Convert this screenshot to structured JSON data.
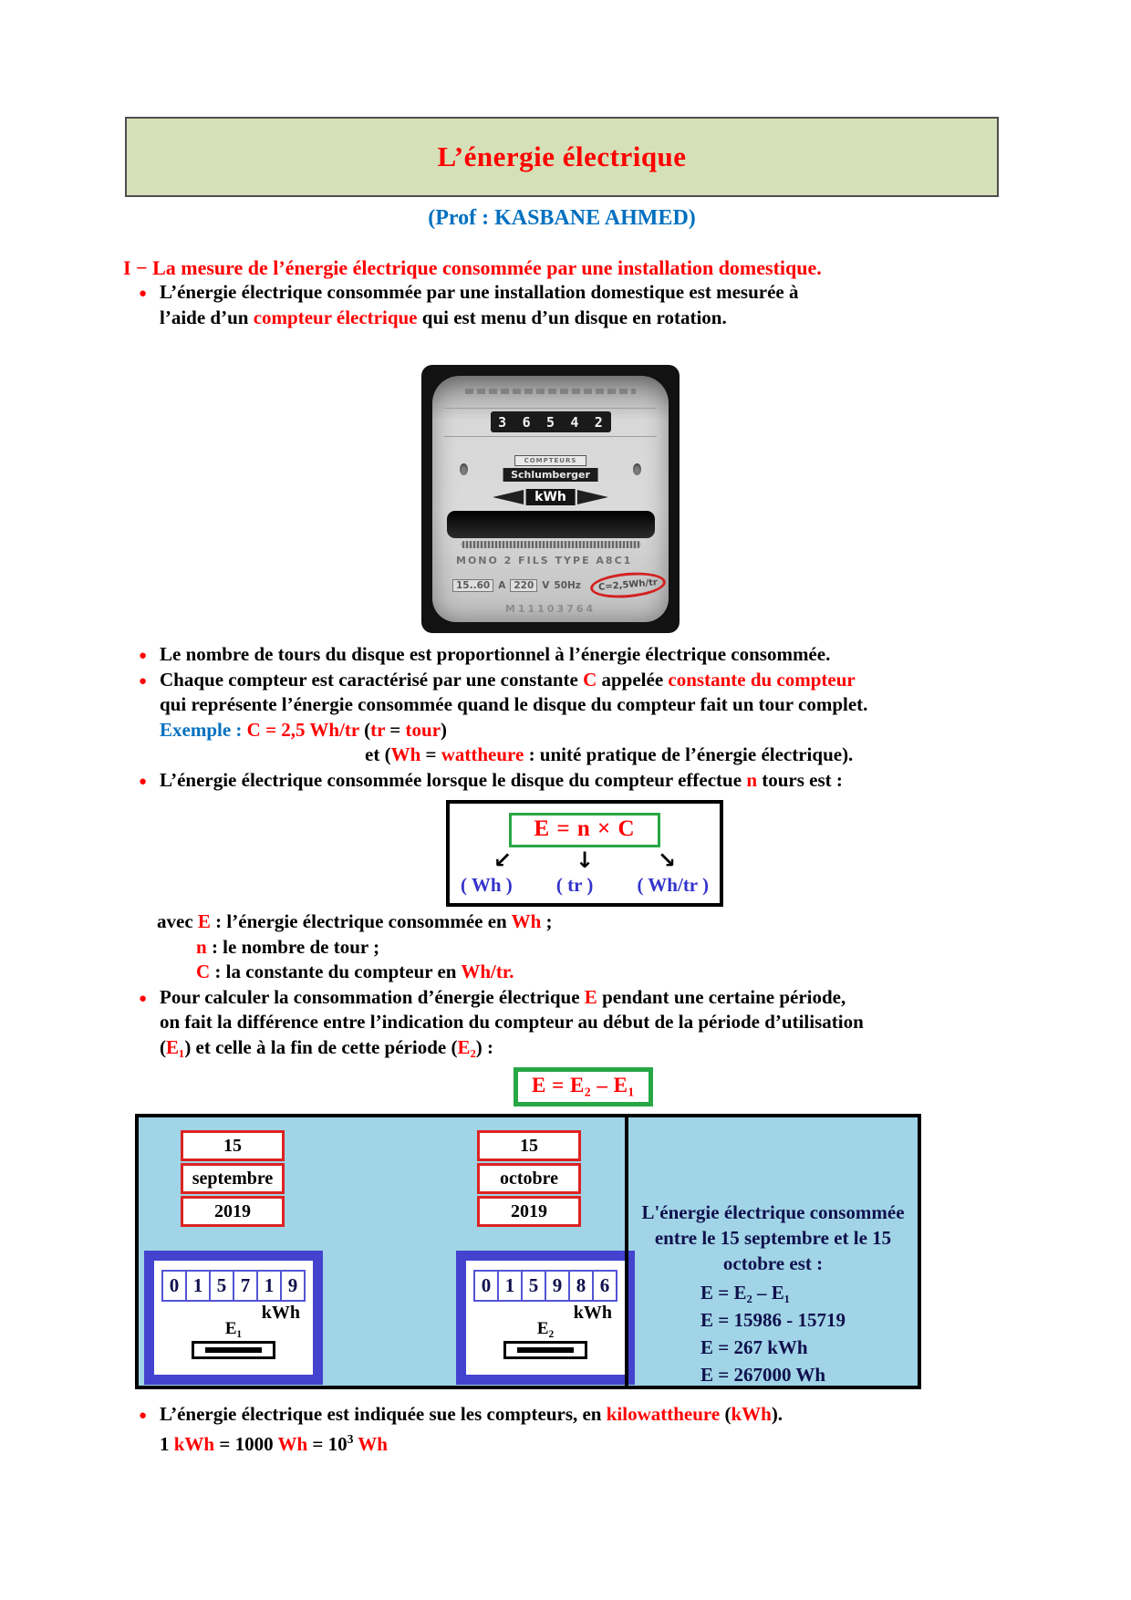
{
  "header": {
    "title": "L’énergie électrique",
    "prof": "(Prof : KASBANE AHMED)"
  },
  "section": {
    "heading": "I − La mesure de l’énergie électrique consommée par une installation domestique."
  },
  "bullets": {
    "b1": {
      "l1": "L’énergie électrique consommée par une installation domestique est mesurée à",
      "l2a": "l’aide d’un ",
      "l2b": "compteur électrique",
      "l2c": " qui est menu d’un disque en rotation."
    },
    "b2": "Le nombre de tours du disque est proportionnel à l’énergie électrique consommée.",
    "b3": {
      "l1a": "Chaque compteur est caractérisé par une constante ",
      "l1b": "C",
      "l1c": " appelée ",
      "l1d": "constante du compteur",
      "l2": "qui représente l’énergie consommée quand le disque du compteur fait un tour complet."
    },
    "exemple": {
      "label": "Exemple :",
      "formula": " C = 2,5 Wh/tr",
      "p1": "  (",
      "tr": "tr",
      "eq": " = ",
      "tour": "tour",
      "p2": ")"
    },
    "et_line": {
      "a": "et (",
      "wh": "Wh",
      "eq": " = ",
      "wattheure": "wattheure",
      "rest": " : unité pratique de l’énergie électrique)."
    },
    "b4": {
      "a": "L’énergie électrique consommée lorsque le disque du compteur effectue ",
      "n": "n",
      "c": " tours est :"
    },
    "b5": {
      "l1a": "Pour calculer la consommation d’énergie électrique ",
      "l1b": "E",
      "l1c": " pendant une certaine période,",
      "l2": "on fait la différence entre l’indication du compteur au début de la période d’utilisation",
      "l3a": "(",
      "l3b": "E₁",
      "l3c": ") et celle à la fin de cette période (",
      "l3d": "E₂",
      "l3e": ") :"
    },
    "b6": {
      "l1a": "L’énergie électrique est indiquée sue les compteurs, en ",
      "l1b": "kilowattheure",
      "l1c": " (",
      "l1d": "kWh",
      "l1e": ").",
      "l2a": "1 ",
      "l2b": "kWh",
      "l2c": " = 1000 ",
      "l2d": "Wh",
      "l2e": " = 10",
      "l2f": "3",
      "l2g": " Wh"
    }
  },
  "avec": {
    "l1a": "avec ",
    "l1b": "E",
    "l1c": " : l’énergie électrique consommée en ",
    "l1d": "Wh",
    "l1e": " ;",
    "l2a": "n",
    "l2b": " : le nombre de tour ;",
    "l3a": "C",
    "l3b": " : la constante du compteur en ",
    "l3c": "Wh/tr."
  },
  "formula1": {
    "equation": "E = n × C",
    "labels": [
      "( Wh )",
      "( tr )",
      "( Wh/tr )"
    ],
    "arrows": [
      "↙",
      "↓",
      "↘"
    ]
  },
  "formula2": "E = E₂ – E₁",
  "meter": {
    "digits": [
      "3",
      "6",
      "5",
      "4",
      "2"
    ],
    "label_compteurs": "COMPTEURS",
    "brand": "Schlumberger",
    "unit": "kWh",
    "type_line": "MONO 2 FILS TYPE A8C1",
    "rating_amp": "15..60",
    "rating_amp_unit": "A",
    "rating_volt": "220",
    "rating_volt_unit": "V",
    "rating_freq": "50Hz",
    "constant": "C=2,5Wh/tr",
    "serial": "M11103764"
  },
  "comparison": {
    "date1": {
      "day": "15",
      "month": "septembre",
      "year": "2019"
    },
    "date2": {
      "day": "15",
      "month": "octobre",
      "year": "2019"
    },
    "counter1": {
      "digits": [
        "0",
        "1",
        "5",
        "7",
        "1",
        "9"
      ],
      "unit": "kWh",
      "label": "E₁"
    },
    "counter2": {
      "digits": [
        "0",
        "1",
        "5",
        "9",
        "8",
        "6"
      ],
      "unit": "kWh",
      "label": "E₂"
    },
    "result": {
      "t1": "L'énergie électrique consommée",
      "t2": "entre le 15 septembre et le 15 octobre est :",
      "e1": "E = E₂ – E₁",
      "e2": "E = 15986 - 15719",
      "e3": "E = 267 kWh",
      "e4": "E = 267000 Wh"
    }
  },
  "colors": {
    "accent_red": "#ff0000",
    "accent_blue": "#0070c0",
    "label_blue": "#3333cc",
    "green_border": "#28a745",
    "banner_bg": "#d6e0b8",
    "box_bg": "#a0d4e6",
    "navy_text": "#10104d",
    "date_border": "#dd2222",
    "counter_border": "#4343cf"
  }
}
